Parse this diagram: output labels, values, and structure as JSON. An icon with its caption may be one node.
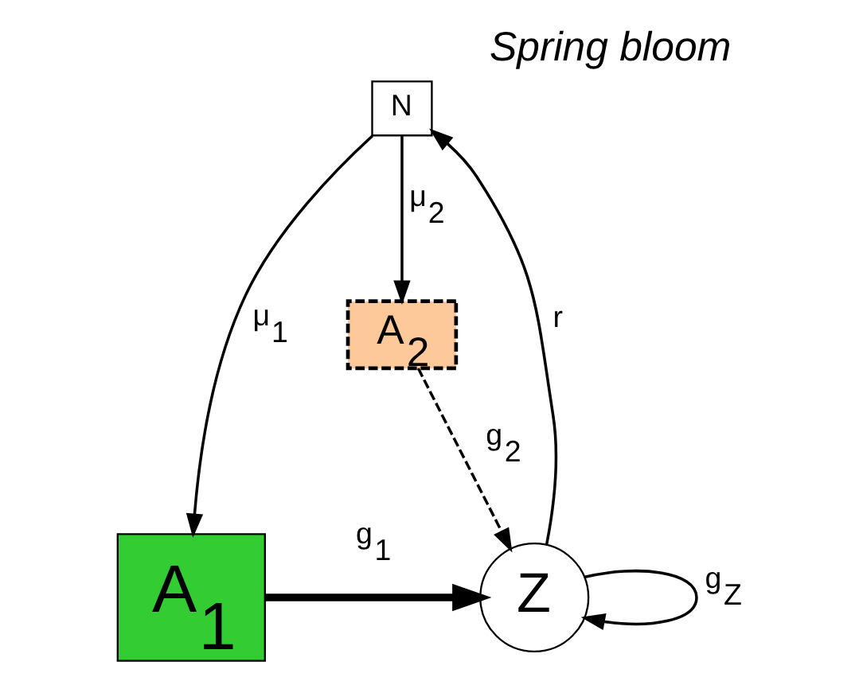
{
  "diagram": {
    "title": "Spring bloom",
    "nodes": [
      {
        "text": [
          "N"
        ]
      },
      {
        "text": [
          "A$_{1}$"
        ]
      },
      {
        "text": [
          "Z"
        ]
      },
      {
        "text": [
          "A$_{2}$"
        ]
      }
    ],
    "edges": [
      {
        "from": 0,
        "to": 1,
        "arrow": "to",
        "label": "μ$_{1}$"
      },
      {
        "from": 0,
        "to": 3,
        "arrow": "to",
        "label": "μ$_{2}$"
      },
      {
        "from": 1,
        "to": 2,
        "arrow": "to",
        "label": "g$_{1}$",
        "style": "thick"
      },
      {
        "from": 3,
        "to": 2,
        "arrow": "to",
        "label": "g$_{2}$",
        "style": "dashed"
      },
      {
        "from": 2,
        "to": 2,
        "arrow": "to",
        "label": "g$_{Z}$"
      },
      {
        "from": 2,
        "to": 0,
        "arrow": "to",
        "label": "r"
      }
    ]
  }
}
